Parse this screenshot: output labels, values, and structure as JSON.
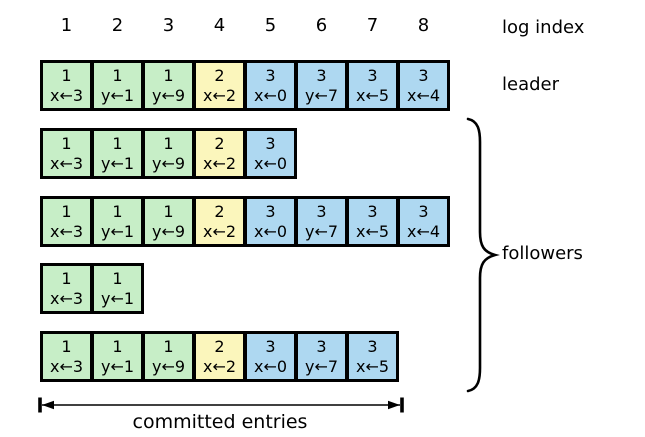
{
  "labels": {
    "log_index": "log index",
    "leader": "leader",
    "followers": "followers",
    "committed": "committed entries"
  },
  "log_indices": [
    "1",
    "2",
    "3",
    "4",
    "5",
    "6",
    "7",
    "8"
  ],
  "colors": {
    "term1": "#c7eec7",
    "term2": "#fbf6bc",
    "term3": "#aed8f1",
    "border": "#000000"
  },
  "leader_log": [
    {
      "term": "1",
      "cmd": "x←3"
    },
    {
      "term": "1",
      "cmd": "y←1"
    },
    {
      "term": "1",
      "cmd": "y←9"
    },
    {
      "term": "2",
      "cmd": "x←2"
    },
    {
      "term": "3",
      "cmd": "x←0"
    },
    {
      "term": "3",
      "cmd": "y←7"
    },
    {
      "term": "3",
      "cmd": "x←5"
    },
    {
      "term": "3",
      "cmd": "x←4"
    }
  ],
  "follower_logs": [
    [
      {
        "term": "1",
        "cmd": "x←3"
      },
      {
        "term": "1",
        "cmd": "y←1"
      },
      {
        "term": "1",
        "cmd": "y←9"
      },
      {
        "term": "2",
        "cmd": "x←2"
      },
      {
        "term": "3",
        "cmd": "x←0"
      }
    ],
    [
      {
        "term": "1",
        "cmd": "x←3"
      },
      {
        "term": "1",
        "cmd": "y←1"
      },
      {
        "term": "1",
        "cmd": "y←9"
      },
      {
        "term": "2",
        "cmd": "x←2"
      },
      {
        "term": "3",
        "cmd": "x←0"
      },
      {
        "term": "3",
        "cmd": "y←7"
      },
      {
        "term": "3",
        "cmd": "x←5"
      },
      {
        "term": "3",
        "cmd": "x←4"
      }
    ],
    [
      {
        "term": "1",
        "cmd": "x←3"
      },
      {
        "term": "1",
        "cmd": "y←1"
      }
    ],
    [
      {
        "term": "1",
        "cmd": "x←3"
      },
      {
        "term": "1",
        "cmd": "y←1"
      },
      {
        "term": "1",
        "cmd": "y←9"
      },
      {
        "term": "2",
        "cmd": "x←2"
      },
      {
        "term": "3",
        "cmd": "x←0"
      },
      {
        "term": "3",
        "cmd": "y←7"
      },
      {
        "term": "3",
        "cmd": "x←5"
      }
    ]
  ]
}
